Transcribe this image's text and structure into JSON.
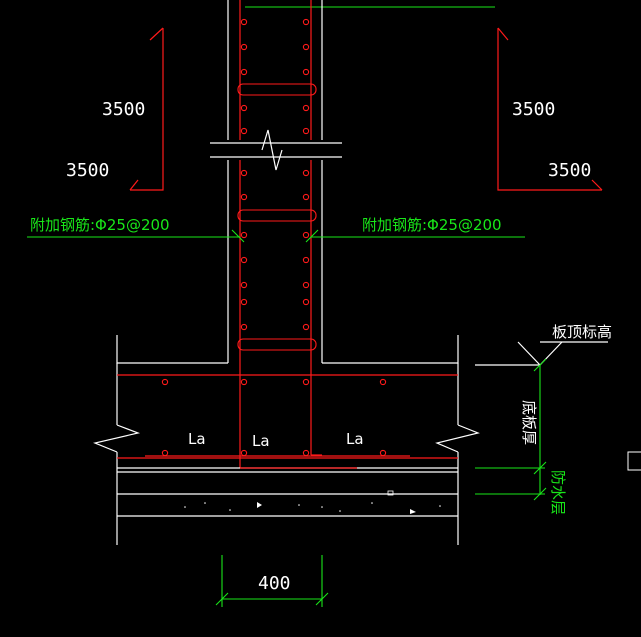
{
  "labels": {
    "dim_3500_left_upper": "3500",
    "dim_3500_left_lower": "3500",
    "dim_3500_right_upper": "3500",
    "dim_3500_right_lower": "3500",
    "rebar_note_left": "附加钢筋:Φ25@200",
    "rebar_note_right": "附加钢筋:Φ25@200",
    "board_top_elevation": "板顶标高",
    "base_thickness": "底板厚",
    "waterproof_layer": "防水层",
    "anchor_left": "La",
    "anchor_center": "La",
    "anchor_right": "La",
    "wall_width": "400"
  },
  "colors": {
    "background": "#000000",
    "structure": "#ffffff",
    "rebar": "#ff1a1a",
    "annotation": "#19e619"
  }
}
